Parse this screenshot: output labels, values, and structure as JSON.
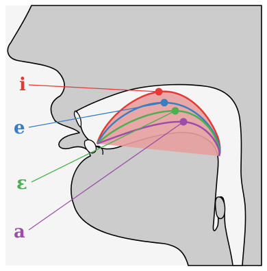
{
  "diagram": {
    "vowels": [
      {
        "key": "i",
        "label": "i",
        "color": "#e53935"
      },
      {
        "key": "e",
        "label": "e",
        "color": "#3a7ebf"
      },
      {
        "key": "open-e",
        "label": "ɛ",
        "color": "#4caf50"
      },
      {
        "key": "a",
        "label": "a",
        "color": "#9b4ea8"
      }
    ],
    "colors": {
      "tissue": "#cccccc",
      "palate_fill": "#f5f5f5",
      "outline": "#000000",
      "tongue_fill_i": "#e8a0a0"
    }
  }
}
